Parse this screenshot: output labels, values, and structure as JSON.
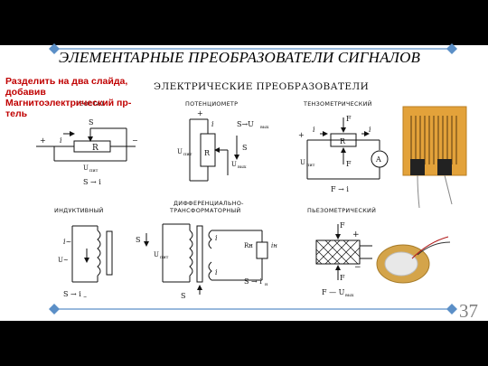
{
  "title": "ЭЛЕМЕНТАРНЫЕ ПРЕОБРАЗОВАТЕЛИ СИГНАЛОВ",
  "note": "Разделить на два слайда, добавив Магнитоэлектрический пр-тель",
  "subheading": "ЭЛЕКТРИЧЕСКИЕ ПРЕОБРАЗОВАТЕЛИ",
  "labels": {
    "reostat": "РЕОСТАТ",
    "potentiometer": "ПОТЕНЦИОМЕТР",
    "tensometric": "ТЕНЗОМЕТРИЧЕСКИЙ",
    "inductive": "ИНДУКТИВНЫЙ",
    "differential_1": "ДИФФЕРЕНЦИАЛЬНО-",
    "differential_2": "ТРАНСФОРМАТОРНЫЙ",
    "piezo": "ПЬЕЗОМЕТРИЧЕСКИЙ"
  },
  "formulas": {
    "reostat": "S → i",
    "potentiometer_top": "S→U",
    "potentiometer_top_sub": "вых",
    "tensometric": "F → i",
    "inductive": "S → i",
    "inductive_sub": "~",
    "differential": "S → i",
    "differential_sub": "н",
    "piezo": "F — U",
    "piezo_sub": "вых"
  },
  "page_number": "37",
  "colors": {
    "background": "#000000",
    "slide": "#ffffff",
    "note": "#c00000",
    "deco": "#5b8fc7",
    "page_number": "#808080"
  }
}
